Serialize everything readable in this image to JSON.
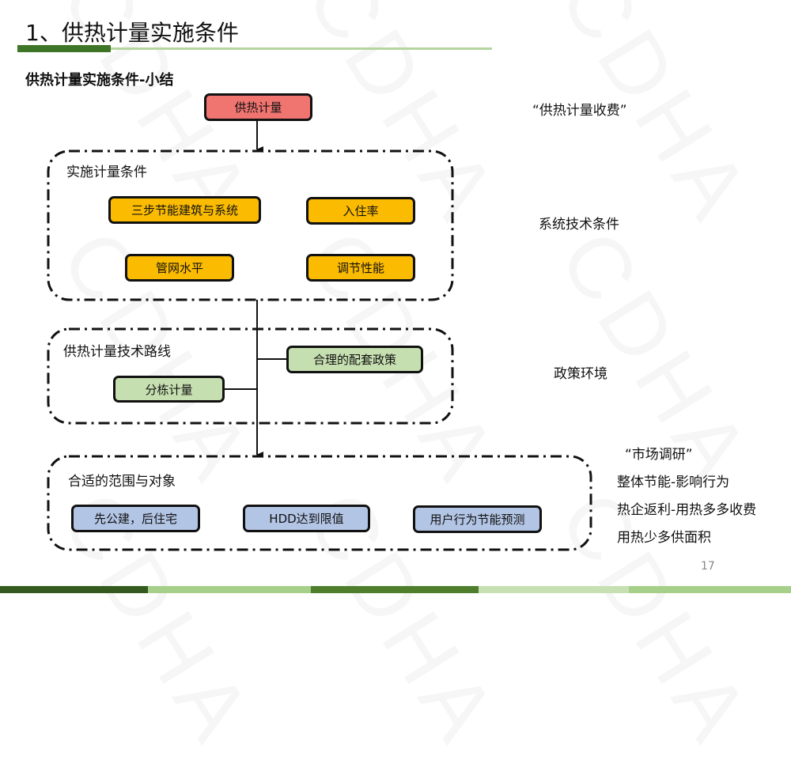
{
  "header": {
    "title": "1、供热计量实施条件",
    "subtitle": "供热计量实施条件-小结"
  },
  "watermark": "CDHA",
  "diagram": {
    "root": {
      "label": "供热计量",
      "color": "#f07470"
    },
    "groups": [
      {
        "label": "实施计量条件",
        "nodes": [
          "三步节能建筑与系统",
          "入住率",
          "管网水平",
          "调节性能"
        ],
        "color": "#fbbb00"
      },
      {
        "label": "供热计量技术路线",
        "nodes": [
          "合理的配套政策",
          "分栋计量"
        ],
        "color": "#c6dfb0"
      },
      {
        "label": "合适的范围与对象",
        "nodes": [
          "先公建，后住宅",
          "HDD达到限值",
          "用户行为节能预测"
        ],
        "color": "#b3c5e5"
      }
    ]
  },
  "side_notes": {
    "fee": "“供热计量收费”",
    "tech": "系统技术条件",
    "policy": "政策环境",
    "market": {
      "title": "“市场调研”",
      "lines": [
        "整体节能-影响行为",
        "热企返利-用热多多收费",
        "用热少多供面积"
      ]
    }
  },
  "page_number": "17",
  "colors": {
    "accent_dark_green": "#3f7526",
    "accent_light_green": "#b5d5a0"
  }
}
